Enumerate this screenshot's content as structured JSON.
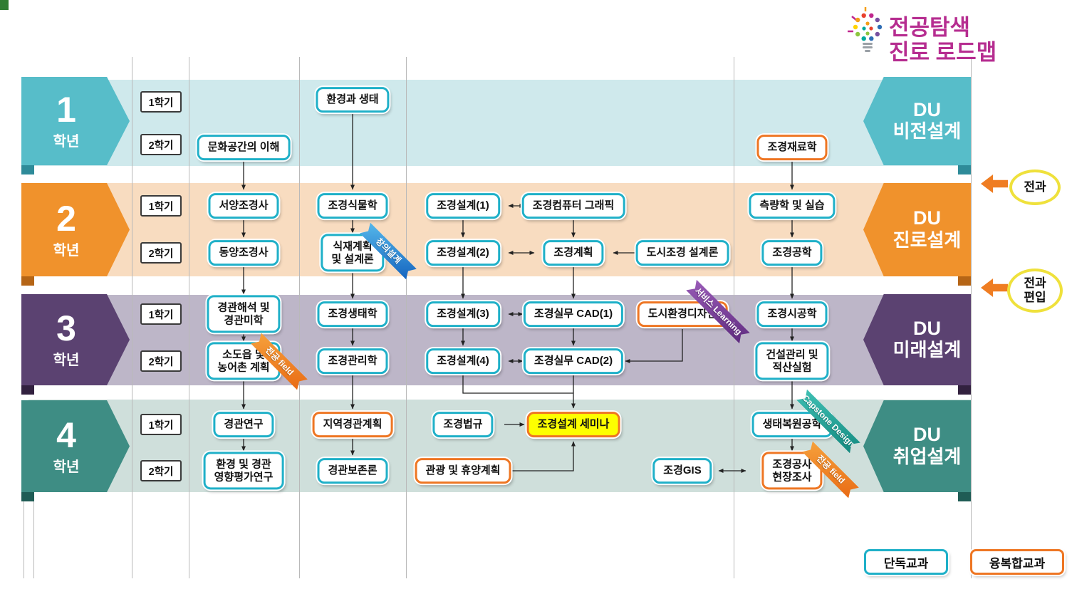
{
  "title": {
    "line1": "전공탐색",
    "line2": "진로 로드맵"
  },
  "years": [
    {
      "num": "1",
      "suffix": "학년",
      "right_line1": "DU",
      "right_line2": "비전설계"
    },
    {
      "num": "2",
      "suffix": "학년",
      "right_line1": "DU",
      "right_line2": "진로설계"
    },
    {
      "num": "3",
      "suffix": "학년",
      "right_line1": "DU",
      "right_line2": "미래설계"
    },
    {
      "num": "4",
      "suffix": "학년",
      "right_line1": "DU",
      "right_line2": "취업설계"
    }
  ],
  "semester_labels": {
    "s1": "1학기",
    "s2": "2학기"
  },
  "side_badges": {
    "transfer": "전과",
    "transfer_admission": "전과\n편입"
  },
  "legend": {
    "single": "단독교과",
    "convergence": "융복합교과"
  },
  "ribbons": {
    "creative": "창의설계",
    "service": "서비스 Learning",
    "major_field_1": "전공 field",
    "capstone": "Capstone Design",
    "major_field_2": "전공 field"
  },
  "courses": {
    "env_ecology": "환경과 생태",
    "cultural_space": "문화공간의 이해",
    "landscape_materials": "조경재료학",
    "west_history": "서양조경사",
    "plants": "조경식물학",
    "design1": "조경설계(1)",
    "computer_graphics": "조경컴퓨터 그래픽",
    "surveying": "측량학 및 실습",
    "east_history": "동양조경사",
    "planting_design": "식재계획\n및 설계론",
    "design2": "조경설계(2)",
    "planning": "조경계획",
    "urban_design_theory": "도시조경 설계론",
    "engineering": "조경공학",
    "aesthetics": "경관해석 및\n경관미학",
    "ecology3": "조경생태학",
    "design3": "조경설계(3)",
    "cad1": "조경실무 CAD(1)",
    "urban_env_design": "도시환경디자인",
    "construction": "조경시공학",
    "small_town": "소도읍 및\n농어촌 계획",
    "management": "조경관리학",
    "design4": "조경설계(4)",
    "cad2": "조경실무 CAD(2)",
    "construction_mgmt": "건설관리 및\n적산실험",
    "research": "경관연구",
    "regional_planning": "지역경관계획",
    "law": "조경법규",
    "seminar": "조경설계 세미나",
    "restoration": "생태복원공학",
    "env_impact": "환경 및 경관\n영향평가연구",
    "preservation": "경관보존론",
    "tourism": "관광 및 휴양계획",
    "gis": "조경GIS",
    "field_survey": "조경공사\n현장조사"
  },
  "colors": {
    "year1_banner": "#57bdc9",
    "year1_band": "#cfe9ec",
    "year2_banner": "#f0922c",
    "year2_band": "#f8dcc0",
    "year3_banner": "#5b4271",
    "year3_band": "#bdb6c8",
    "year4_banner": "#3e8d84",
    "year4_band": "#cfdfdb",
    "single_border": "#1fb0c8",
    "convergence_border": "#ee7623",
    "seminar_fill": "#fdff00",
    "badge_border": "#efe13c",
    "badge_arrow": "#ef7d22",
    "title_text": "#b62d90"
  }
}
